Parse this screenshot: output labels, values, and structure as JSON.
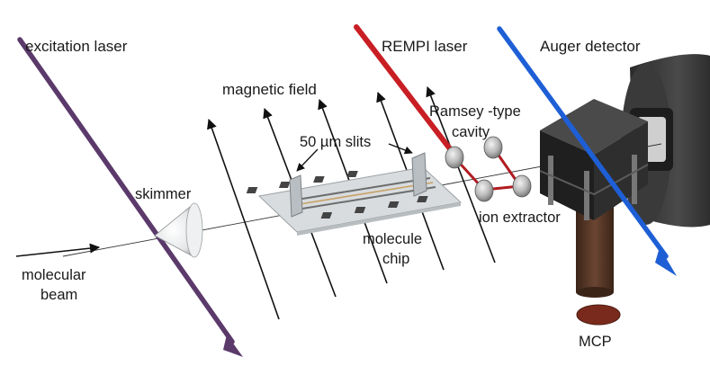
{
  "labels": {
    "excitation_laser": "excitation laser",
    "rempi_laser": "REMPI laser",
    "auger_detector": "Auger detector",
    "magnetic_field": "magnetic field",
    "ramsey_line1": "Ramsey -type",
    "ramsey_line2": "cavity",
    "slits": "50 µm slits",
    "skimmer": "skimmer",
    "ion_extractor": "ion extractor",
    "molecule_line1": "molecule",
    "molecule_line2": "chip",
    "molecular_line1": "molecular",
    "molecular_line2": "beam",
    "mcp": "MCP"
  },
  "colors": {
    "excitation_laser": "#5b3a6b",
    "rempi_laser": "#c81e24",
    "auger_laser": "#1e5fd6",
    "detector_body": "#2a2a2a",
    "detector_front": "#3a3a3a",
    "mcp_disk": "#7a2a1c",
    "mcp_post": "#4a2c1e",
    "chip_plate": "#d8dcde",
    "field_arrow": "#111111",
    "ramsey_link": "#b01c22"
  }
}
